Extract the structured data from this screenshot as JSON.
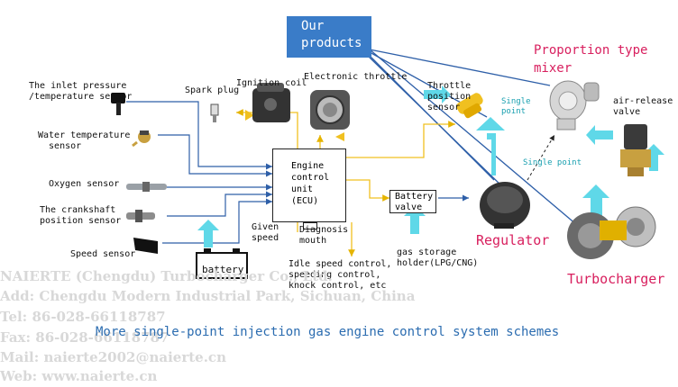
{
  "header": {
    "products_label": "Our\nproducts"
  },
  "ecu": {
    "label": "Engine\ncontrol\nunit\n(ECU)"
  },
  "sensors": {
    "inlet": "The inlet pressure\n/temperature sensor",
    "water": "Water temperature\n  sensor",
    "oxygen": "Oxygen sensor",
    "crankshaft": "The crankshaft\nposition sensor",
    "speed": "Speed sensor"
  },
  "top_labels": {
    "spark_plug": "Spark plug",
    "ignition_coil": "Ignition coil",
    "electronic_throttle": "Electronic throttle",
    "throttle_position": "Throttle\nposition\nsensor"
  },
  "lower_labels": {
    "given_speed": "Given\nspeed",
    "diagnosis": "Diagnosis\nmouth",
    "battery": "battery",
    "battery_valve": "Battery\nvalve",
    "gas_storage": "gas storage\nholder(LPG/CNG)",
    "idle": "Idle speed control,\nspeeding control,\nknock control, etc"
  },
  "right_labels": {
    "mixer": "Proportion type\nmixer",
    "air_release": "air-release\nvalve",
    "single_point_1": "Single\npoint",
    "single_point_2": "Single point",
    "regulator": "Regulator",
    "turbocharger": "Turbocharger"
  },
  "caption": "More single-point injection gas engine control system schemes",
  "watermark": {
    "line1": "NAIERTE (Chengdu) Turbocharger Co., Ltd.",
    "line2": "Add: Chengdu Modern Industrial Park, Sichuan, China",
    "line3": "Tel: 86-028-66118787",
    "line4": "Fax: 86-028-66118787",
    "line5": "Mail: naierte2002@naierte.cn",
    "line6": "Web: www.naierte.cn"
  },
  "colors": {
    "products_bg": "#3a7cc8",
    "accent_pink": "#d81f5e",
    "cyan_arrow": "#5fd8e8",
    "yellow_line": "#f0c020",
    "blue_line": "#2e5fa8"
  }
}
